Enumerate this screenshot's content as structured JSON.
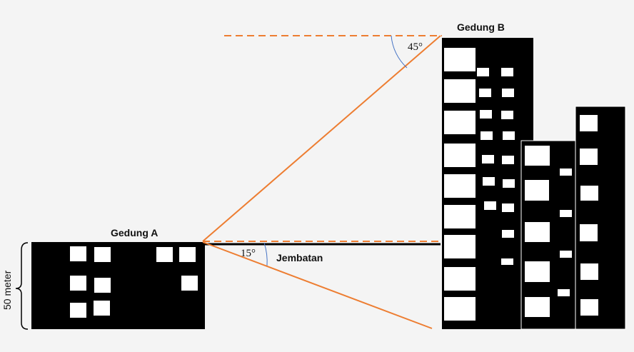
{
  "labels": {
    "building_a": "Gedung A",
    "building_b": "Gedung B",
    "bridge": "Jembatan",
    "angle_top": "45°",
    "angle_bottom": "15°",
    "height_a": "50 meter"
  },
  "colors": {
    "background": "#f4f4f4",
    "building": "#000000",
    "window": "#ffffff",
    "sight_line": "#ed7d31",
    "angle_arc": "#4472c4",
    "bridge": "#000000"
  }
}
